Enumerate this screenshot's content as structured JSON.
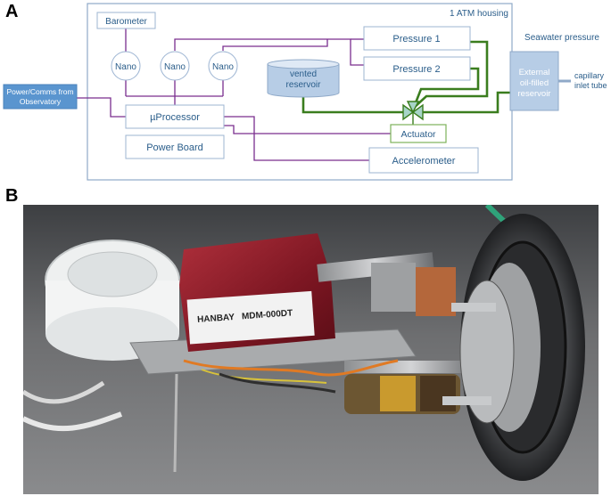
{
  "panels": {
    "a": "A",
    "b": "B"
  },
  "diagram": {
    "housing_label": "1 ATM housing",
    "seawater_label": "Seawater pressure",
    "barometer": "Barometer",
    "nano_1": "Nano",
    "nano_2": "Nano",
    "nano_3": "Nano",
    "pressure_1": "Pressure 1",
    "pressure_2": "Pressure 2",
    "vented_reservoir": [
      "vented",
      "reservoir"
    ],
    "power_comms": [
      "Power/Comms from",
      "Observatory"
    ],
    "microprocessor": "µProcessor",
    "power_board": "Power Board",
    "actuator": "Actuator",
    "accelerometer": "Accelerometer",
    "external_reservoir": [
      "External",
      "oil-filled",
      "reservoir"
    ],
    "capillary": [
      "capillary",
      "inlet tube"
    ],
    "colors": {
      "housing_border": "#8fa9c8",
      "box_border": "#9cb4d2",
      "text": "#2a5d8a",
      "purple_wire": "#7a2e8e",
      "green_tube": "#3a7d1e",
      "power_box": "#5a95cf",
      "reservoir_fill": "#b7cde6",
      "actuator_border": "#7db25a"
    }
  },
  "photo": {
    "label_brand": "HANBAY",
    "label_model": "MDM-000DT"
  }
}
